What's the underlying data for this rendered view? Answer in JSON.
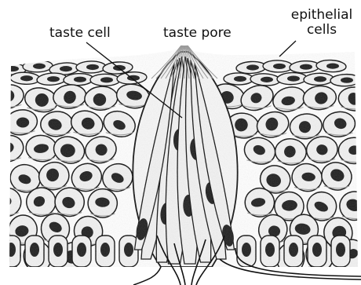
{
  "labels": {
    "taste_cell": "taste cell",
    "taste_pore": "taste pore",
    "epithelial_line1": "epithelial",
    "epithelial_line2": "cells"
  },
  "colors": {
    "ink": "#111111",
    "nucleus": "#1e1e1e",
    "cell_fill": "#f2f2f2",
    "shading": "#9a9a9a",
    "background": "#ffffff"
  }
}
